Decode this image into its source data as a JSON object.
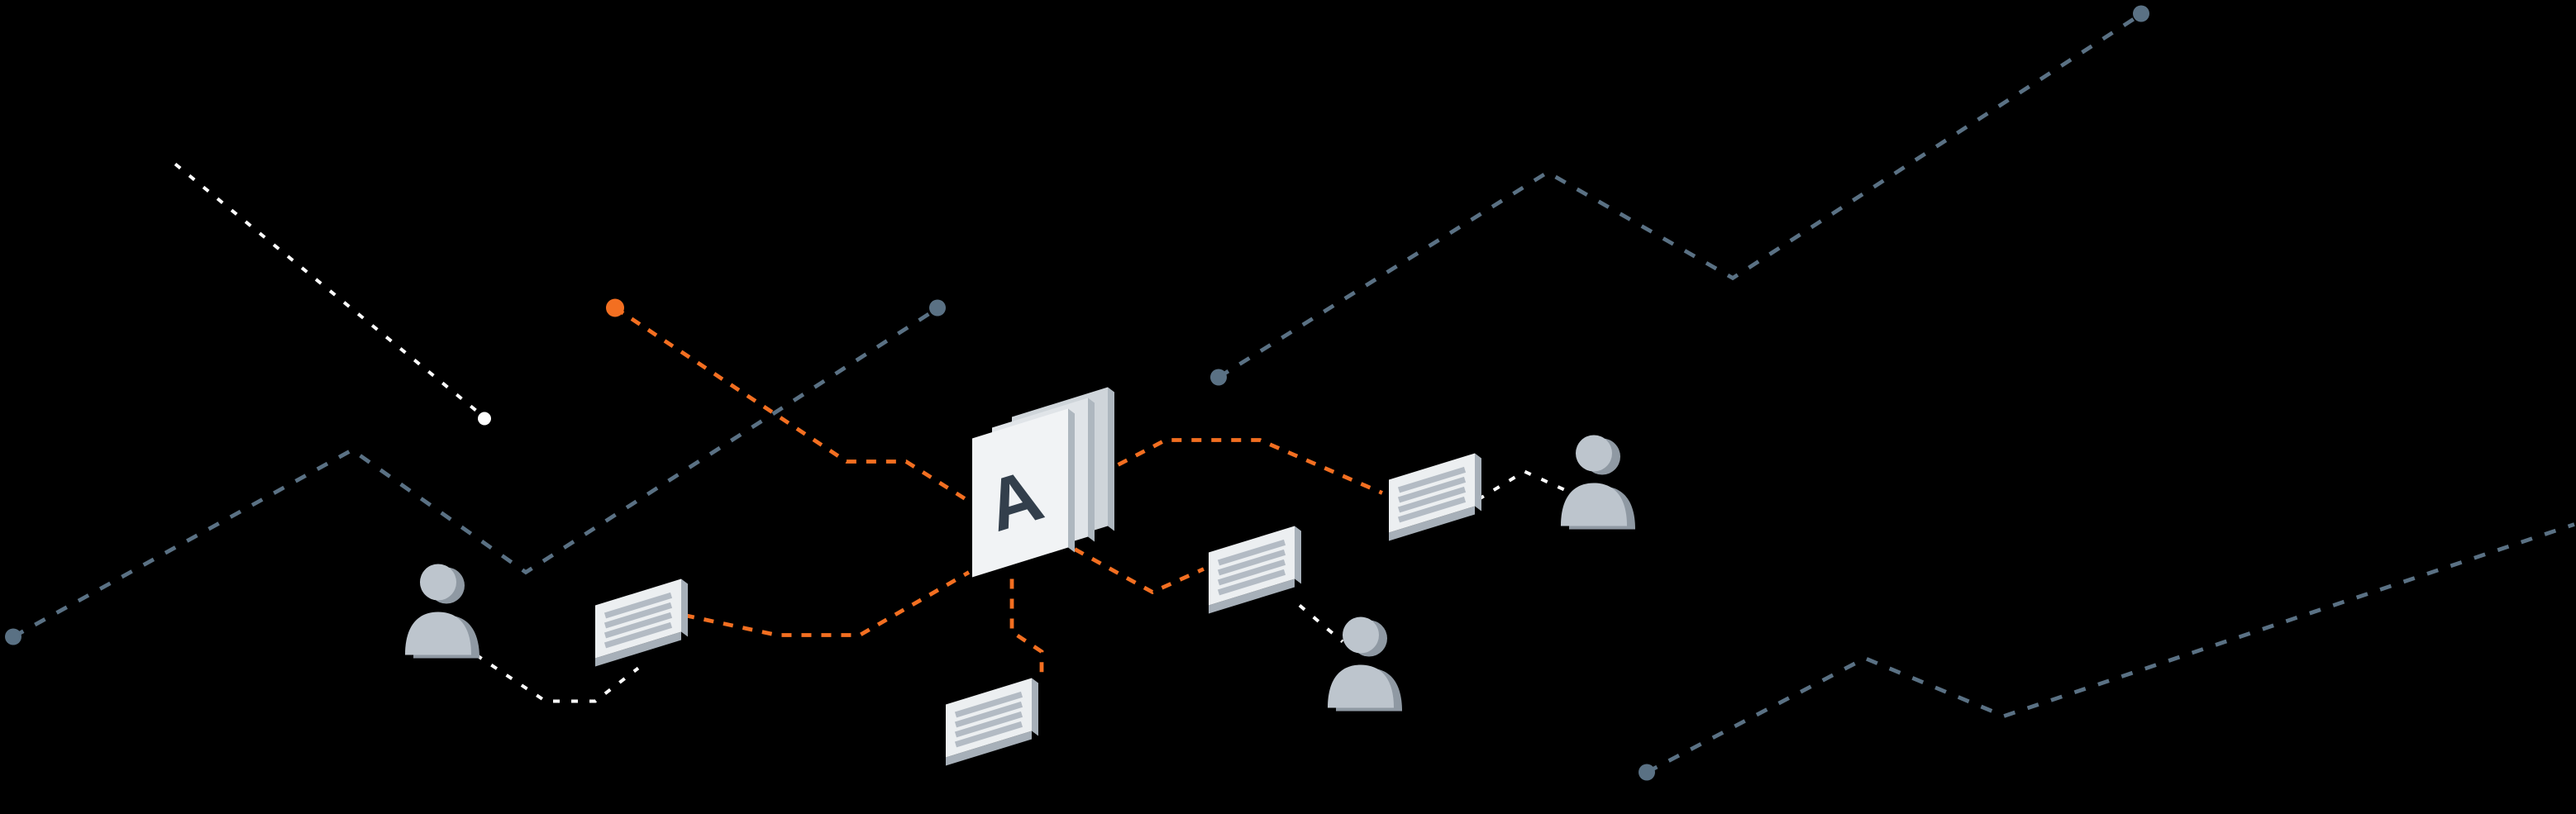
{
  "colors": {
    "background": "#000000",
    "white_line": "#ffffff",
    "slate_line": "#5a7184",
    "orange_line": "#f36f21",
    "figure_front": "#bdc5cd",
    "figure_back": "#8f99a3",
    "card_face": "#eceff1",
    "card_edge": "#a7b0b9",
    "card_stripe": "#b3bbc4",
    "page_front": "#f1f3f5",
    "page_mid": "#e0e4e8",
    "page_back": "#cfd5da",
    "page_edge": "#aeb7bf",
    "letter_color": "#333f4c"
  },
  "document_stack": {
    "icon": "document-stack-icon",
    "letter": "A"
  },
  "icons": {
    "people": [
      "person-icon",
      "person-icon",
      "person-icon"
    ],
    "messages": [
      "message-card-icon",
      "message-card-icon",
      "message-card-icon",
      "message-card-icon"
    ],
    "dots": [
      "slate-node-dot",
      "slate-node-dot",
      "slate-node-dot",
      "slate-node-dot",
      "slate-node-dot",
      "orange-node-dot",
      "white-node-dot"
    ],
    "lines": [
      "slate-dashed-line",
      "slate-dashed-line",
      "slate-dashed-line",
      "white-dashed-line",
      "white-dashed-line",
      "white-dashed-line",
      "white-dashed-line",
      "orange-dashed-line",
      "orange-dashed-line",
      "orange-dashed-line",
      "orange-dashed-line",
      "orange-dashed-line"
    ]
  }
}
